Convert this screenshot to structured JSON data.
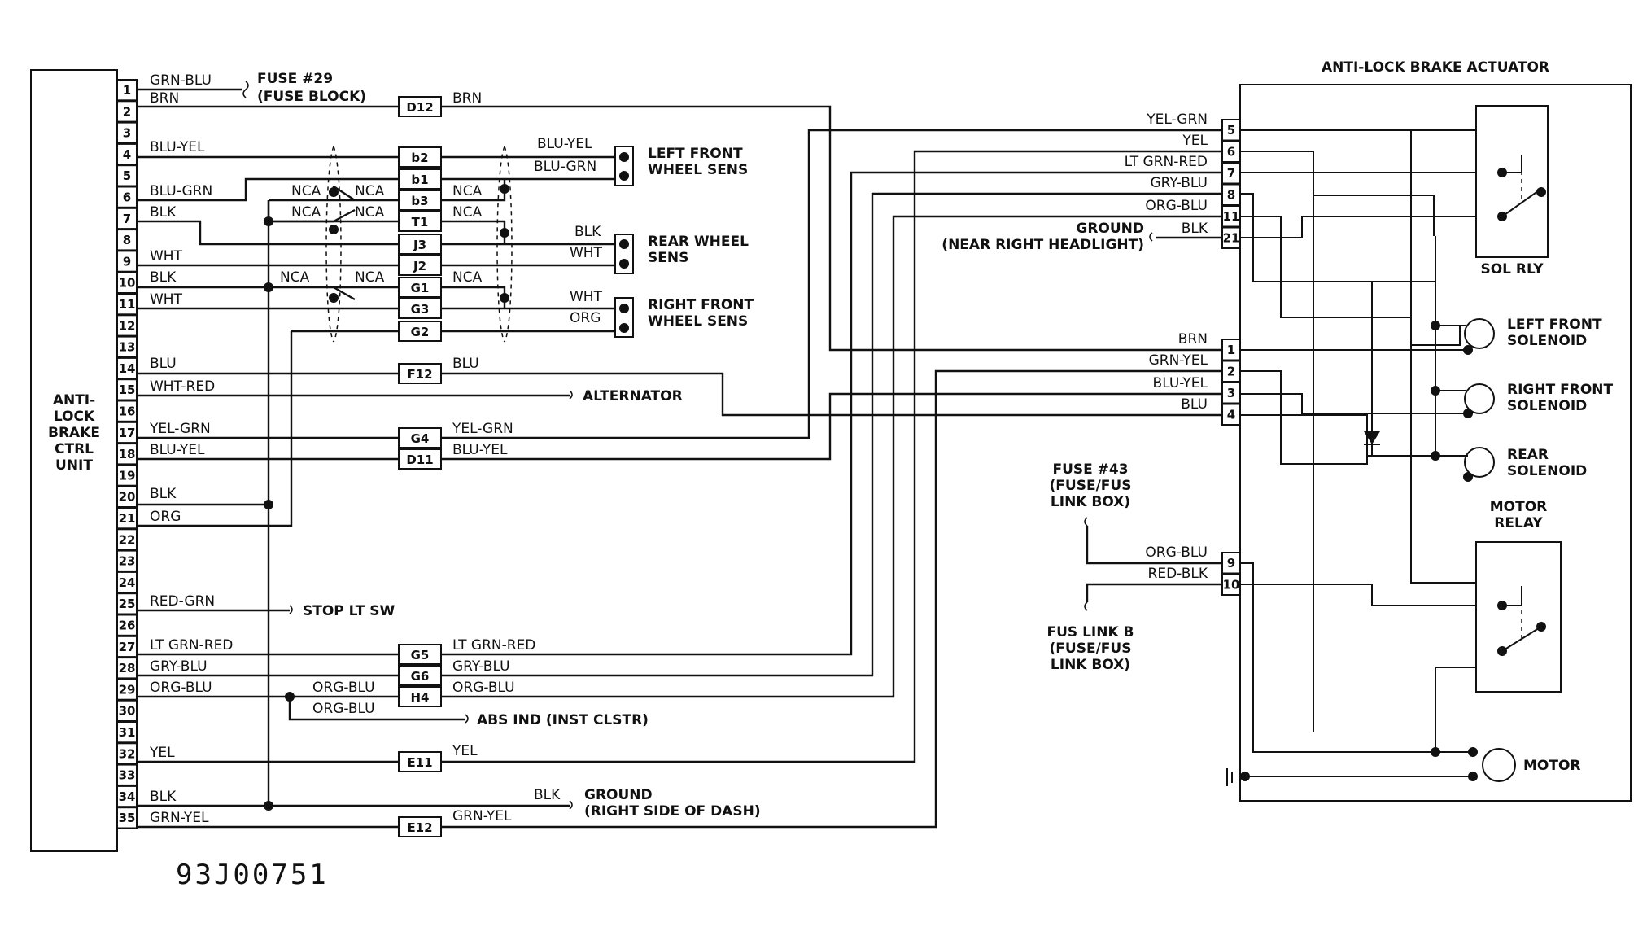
{
  "diagram_code": "93J00751",
  "ecu": {
    "title_lines": [
      "ANTI-",
      "LOCK",
      "BRAKE",
      "CTRL",
      "UNIT"
    ],
    "pins": [
      "1",
      "2",
      "3",
      "4",
      "5",
      "6",
      "7",
      "8",
      "9",
      "10",
      "11",
      "12",
      "13",
      "14",
      "15",
      "16",
      "17",
      "18",
      "19",
      "20",
      "21",
      "22",
      "23",
      "24",
      "25",
      "26",
      "27",
      "28",
      "29",
      "30",
      "31",
      "32",
      "33",
      "34",
      "35"
    ]
  },
  "actuator": {
    "title": "ANTI-LOCK BRAKE ACTUATOR",
    "pins_upper": [
      "5",
      "6",
      "7",
      "8",
      "11",
      "21"
    ],
    "pins_lower": [
      "1",
      "2",
      "3",
      "4"
    ],
    "pins_motor": [
      "9",
      "10"
    ],
    "sol_rly": "SOL RLY",
    "left_front_solenoid": [
      "LEFT FRONT",
      "SOLENOID"
    ],
    "right_front_solenoid": [
      "RIGHT FRONT",
      "SOLENOID"
    ],
    "rear_solenoid": [
      "REAR",
      "SOLENOID"
    ],
    "motor_relay": [
      "MOTOR",
      "RELAY"
    ],
    "motor": "MOTOR"
  },
  "connectors": [
    "D12",
    "b2",
    "b1",
    "b3",
    "T1",
    "J3",
    "J2",
    "G1",
    "G3",
    "G2",
    "F12",
    "G4",
    "D11",
    "G5",
    "G6",
    "H4",
    "E11",
    "E12"
  ],
  "nca": "NCA",
  "left_wires": {
    "p1": "GRN-BLU",
    "p2": "BRN",
    "p4": "BLU-YEL",
    "p6": "BLU-GRN",
    "p7": "BLK",
    "p9": "WHT",
    "p10": "BLK",
    "p11": "WHT",
    "p14": "BLU",
    "p15": "WHT-RED",
    "p17": "YEL-GRN",
    "p18": "BLU-YEL",
    "p20": "BLK",
    "p21": "ORG",
    "p25": "RED-GRN",
    "p27": "LT GRN-RED",
    "p28": "GRY-BLU",
    "p29": "ORG-BLU",
    "p29b": "ORG-BLU",
    "p32": "YEL",
    "p34": "BLK",
    "p35": "GRN-YEL"
  },
  "right_of_conn_wires": {
    "d12": "BRN",
    "sens_lf1": "BLU-YEL",
    "sens_lf2": "BLU-GRN",
    "sens_r1": "BLK",
    "sens_r2": "WHT",
    "sens_rf1": "WHT",
    "sens_rf2": "ORG",
    "f12": "BLU",
    "g4": "YEL-GRN",
    "d11": "BLU-YEL",
    "g5": "LT GRN-RED",
    "g6": "GRY-BLU",
    "h4": "ORG-BLU",
    "e11": "YEL",
    "gnd": "BLK",
    "e12": "GRN-YEL"
  },
  "actuator_wires": {
    "p5": "YEL-GRN",
    "p6": "YEL",
    "p7": "LT GRN-RED",
    "p8": "GRY-BLU",
    "p11": "ORG-BLU",
    "p21": "BLK",
    "p1": "BRN",
    "p2": "GRN-YEL",
    "p3": "BLU-YEL",
    "p4": "BLU",
    "p9": "ORG-BLU",
    "p10": "RED-BLK"
  },
  "destinations": {
    "fuse29": [
      "FUSE #29",
      "(FUSE BLOCK)"
    ],
    "left_front_sens": [
      "LEFT FRONT",
      "WHEEL SENS"
    ],
    "rear_sens": [
      "REAR WHEEL",
      "SENS"
    ],
    "right_front_sens": [
      "RIGHT FRONT",
      "WHEEL SENS"
    ],
    "alternator": "ALTERNATOR",
    "stop_lt_sw": "STOP LT SW",
    "abs_ind": "ABS IND (INST CLSTR)",
    "ground_dash": [
      "GROUND",
      "(RIGHT SIDE OF DASH)"
    ],
    "ground_headlight": [
      "GROUND",
      "(NEAR RIGHT HEADLIGHT)"
    ],
    "fuse43": [
      "FUSE #43",
      "(FUSE/FUS",
      "LINK BOX)"
    ],
    "fus_link_b": [
      "FUS LINK B",
      "(FUSE/FUS",
      "LINK BOX)"
    ]
  }
}
